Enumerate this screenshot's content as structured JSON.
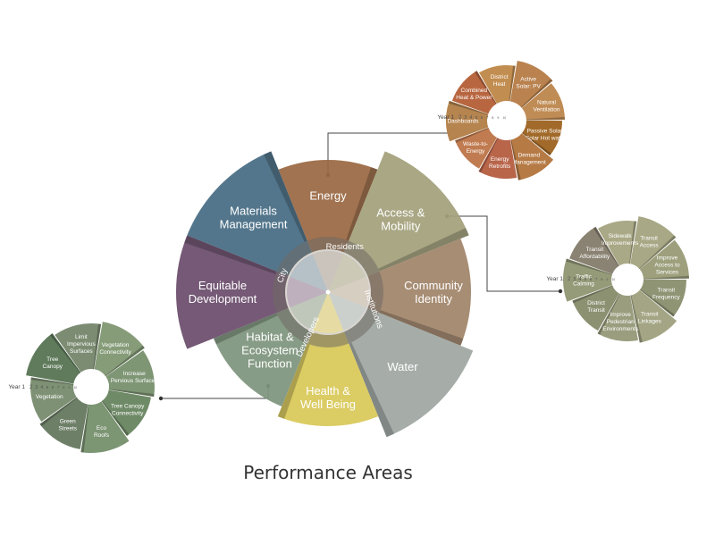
{
  "title": "Performance Areas",
  "main_wheel": {
    "ring_labels": {
      "residents": "Residents",
      "city": "City",
      "developers": "Developers",
      "institutions": "Institutions"
    },
    "sectors": [
      {
        "id": "energy",
        "lines": [
          "Energy"
        ],
        "color": "#9a6843"
      },
      {
        "id": "access",
        "lines": [
          "Access &",
          "Mobility"
        ],
        "color": "#a3a07b"
      },
      {
        "id": "community",
        "lines": [
          "Community",
          "Identity"
        ],
        "color": "#a08469"
      },
      {
        "id": "water",
        "lines": [
          "Water"
        ],
        "color": "#9fa7a2"
      },
      {
        "id": "health",
        "lines": [
          "Health &",
          "Well Being"
        ],
        "color": "#d8c858"
      },
      {
        "id": "habitat",
        "lines": [
          "Habitat &",
          "Ecosystem",
          "Function"
        ],
        "color": "#7e957d"
      },
      {
        "id": "equitable",
        "lines": [
          "Equitable",
          "Development"
        ],
        "color": "#6a4c6c"
      },
      {
        "id": "materials",
        "lines": [
          "Materials",
          "Management"
        ],
        "color": "#466c83"
      }
    ]
  },
  "wheel_energy": {
    "year_label": "Year 1",
    "year_ticks": [
      "2",
      "3",
      "4",
      "5",
      "6",
      "7",
      "8",
      "9",
      "10"
    ],
    "items": [
      {
        "lines": [
          "Active",
          "Solar: PV"
        ],
        "color": "#b9824e"
      },
      {
        "lines": [
          "Natural",
          "Ventilation"
        ],
        "color": "#c08c55"
      },
      {
        "lines": [
          "Passive Solar/",
          "Solar Hot water"
        ],
        "color": "#a26a2a"
      },
      {
        "lines": [
          "Demand",
          "Management"
        ],
        "color": "#b67a45"
      },
      {
        "lines": [
          "Energy",
          "Retrofits"
        ],
        "color": "#b8654a"
      },
      {
        "lines": [
          "Waste-to-",
          "Energy"
        ],
        "color": "#c07b50"
      },
      {
        "lines": [
          "Dashboards"
        ],
        "color": "#b5844f"
      },
      {
        "lines": [
          "Combined",
          "Heat & Power"
        ],
        "color": "#b86640"
      },
      {
        "lines": [
          "District",
          "Heat"
        ],
        "color": "#c28d50"
      }
    ]
  },
  "wheel_access": {
    "year_label": "Year 1",
    "year_ticks": [
      "2",
      "3",
      "4",
      "5",
      "6",
      "7",
      "8",
      "9",
      "10"
    ],
    "items": [
      {
        "lines": [
          "Transit",
          "Access"
        ],
        "color": "#a8a886"
      },
      {
        "lines": [
          "Improve",
          "Access to",
          "Services"
        ],
        "color": "#9ea07d"
      },
      {
        "lines": [
          "Transit",
          "Frequency"
        ],
        "color": "#8f9474"
      },
      {
        "lines": [
          "Transit",
          "Linkages"
        ],
        "color": "#a3a584"
      },
      {
        "lines": [
          "Improve",
          "Pedestrian",
          "Environments"
        ],
        "color": "#9a9e7e"
      },
      {
        "lines": [
          "District",
          "Transit"
        ],
        "color": "#8c9172"
      },
      {
        "lines": [
          "Traffic",
          "Calming"
        ],
        "color": "#959a78"
      },
      {
        "lines": [
          "Transit",
          "Affordability"
        ],
        "color": "#8a8272"
      },
      {
        "lines": [
          "Sidewalk",
          "Improvements"
        ],
        "color": "#aaa987"
      }
    ]
  },
  "wheel_habitat": {
    "year_label": "Year 1",
    "year_ticks": [
      "2",
      "3",
      "4",
      "5",
      "6",
      "7",
      "8",
      "9",
      "10"
    ],
    "items": [
      {
        "lines": [
          "Vegetation",
          "Connectivity"
        ],
        "color": "#869c79"
      },
      {
        "lines": [
          "Increase",
          "Pervious Surfaces"
        ],
        "color": "#7f9675"
      },
      {
        "lines": [
          "Tree Canopy",
          "Connectivity"
        ],
        "color": "#6f8a67"
      },
      {
        "lines": [
          "Eco",
          "Roofs"
        ],
        "color": "#7c9573"
      },
      {
        "lines": [
          "Green",
          "Streets"
        ],
        "color": "#6e7f68"
      },
      {
        "lines": [
          "Vegetation"
        ],
        "color": "#7e9174"
      },
      {
        "lines": [
          "Tree",
          "Canopy"
        ],
        "color": "#5f7b5c"
      },
      {
        "lines": [
          "Limit",
          "Impervious",
          "Surfaces"
        ],
        "color": "#7c8c72"
      }
    ]
  }
}
